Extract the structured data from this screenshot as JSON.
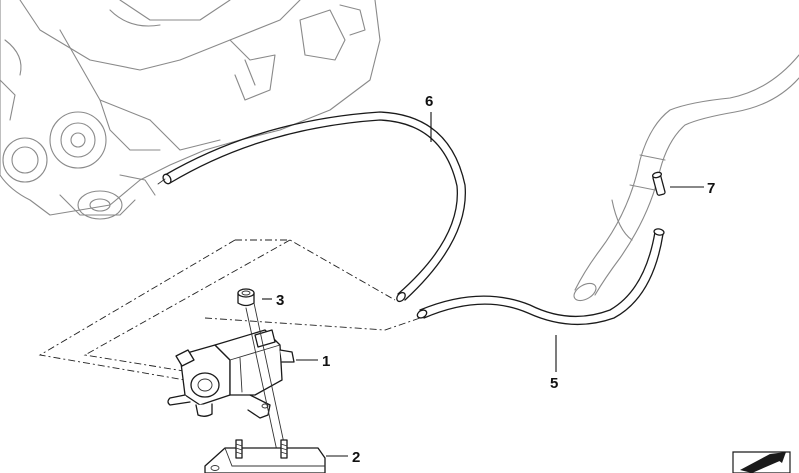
{
  "diagram": {
    "callouts": [
      {
        "id": "1",
        "label": "1"
      },
      {
        "id": "2",
        "label": "2"
      },
      {
        "id": "3",
        "label": "3"
      },
      {
        "id": "5",
        "label": "5"
      },
      {
        "id": "6",
        "label": "6"
      },
      {
        "id": "7",
        "label": "7"
      }
    ],
    "colors": {
      "line": "#1a1a1a",
      "ghost_line": "#8a8a8a",
      "background": "#ffffff"
    },
    "icons": [
      "part-group-arrow-icon"
    ]
  }
}
